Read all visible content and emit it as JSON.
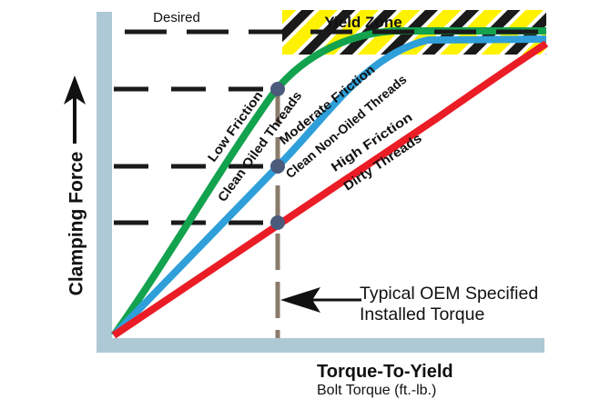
{
  "chart": {
    "desired_label": "Desired",
    "yield_zone_label": "Yield Zone",
    "y_axis_label": "Clamping Force",
    "x_title": "Torque-To-Yield",
    "x_subtitle": "Bolt Torque (ft.-lb.)",
    "annotation": {
      "line1": "Typical OEM Specified",
      "line2": "Installed Torque"
    },
    "curves": [
      {
        "friction": "Low Friction",
        "threads": "Clean Oiled Threads",
        "color": "#13A24E"
      },
      {
        "friction": "Moderate Friction",
        "threads": "Clean Non-Oiled Threads",
        "color": "#2E9FD9"
      },
      {
        "friction": "High Friction",
        "threads": "Dirty Threads",
        "color": "#EA1C25"
      }
    ]
  },
  "colors": {
    "axis_bar": "#AEC9D6",
    "yield_yellow": "#FFF200",
    "hatch_black": "#1A1A1A",
    "hatch_white": "#FFFFFF",
    "dashed_black": "#1A1A1A",
    "oem_vline_brown": "#8B7B6B",
    "intersection_dot": "#4A5B7C",
    "green_curve": "#13A24E",
    "blue_curve": "#2E9FD9",
    "red_curve": "#EA1C25",
    "text": "#111111"
  },
  "chart_data": {
    "type": "line",
    "title": "",
    "xlabel": "Torque-To-Yield — Bolt Torque (ft.-lb.)",
    "ylabel": "Clamping Force",
    "x_units": "relative (axis has no numeric ticks)",
    "y_units": "relative (axis has no numeric ticks)",
    "xlim": [
      0,
      100
    ],
    "ylim": [
      0,
      100
    ],
    "grid": false,
    "legend_position": "labels-along-curves",
    "series": [
      {
        "name": "Low Friction — Clean Oiled Threads",
        "color": "#13A24E",
        "x": [
          0,
          20,
          38,
          55,
          65,
          100
        ],
        "y": [
          0,
          42,
          76,
          89,
          94,
          94
        ]
      },
      {
        "name": "Moderate Friction — Clean Non-Oiled Threads",
        "color": "#2E9FD9",
        "x": [
          0,
          20,
          38,
          55,
          73,
          100
        ],
        "y": [
          0,
          27,
          52,
          71,
          89,
          92
        ]
      },
      {
        "name": "High Friction — Dirty Threads",
        "color": "#EA1C25",
        "x": [
          0,
          20,
          38,
          60,
          75,
          90,
          100
        ],
        "y": [
          0,
          18,
          35,
          53,
          67,
          81,
          90
        ]
      }
    ],
    "annotations": [
      {
        "type": "band",
        "label": "Yield Zone",
        "x_range": [
          39,
          100
        ],
        "y_range": [
          87,
          101
        ],
        "style": "yellow-black-diagonal-hatch"
      },
      {
        "type": "hline",
        "label": "Desired",
        "y": 94,
        "x_range": [
          3,
          100
        ],
        "style": "dashed-black"
      },
      {
        "type": "hline",
        "y": 76,
        "x_range": [
          0,
          38
        ],
        "style": "dashed-black"
      },
      {
        "type": "hline",
        "y": 52,
        "x_range": [
          0,
          38
        ],
        "style": "dashed-black"
      },
      {
        "type": "hline",
        "y": 35,
        "x_range": [
          0,
          38
        ],
        "style": "dashed-black"
      },
      {
        "type": "vline",
        "label": "Typical OEM Specified Installed Torque",
        "x": 38,
        "y_range": [
          0,
          76
        ],
        "style": "dashed-brown"
      },
      {
        "type": "point",
        "x": 38,
        "y": 76,
        "color": "#4A5B7C"
      },
      {
        "type": "point",
        "x": 38,
        "y": 52,
        "color": "#4A5B7C"
      },
      {
        "type": "point",
        "x": 38,
        "y": 35,
        "color": "#4A5B7C"
      }
    ]
  }
}
